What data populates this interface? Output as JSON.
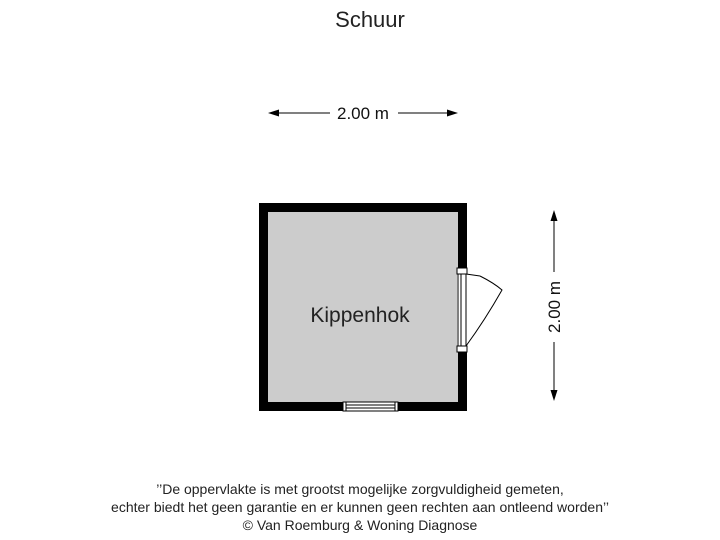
{
  "floor_title": "Schuur",
  "dimensions": {
    "width_label": "2.00 m",
    "height_label": "2.00 m"
  },
  "room": {
    "name": "Kippenhok",
    "fill_color": "#cccccc",
    "wall_color": "#000000"
  },
  "disclaimer": {
    "line1": "’’De oppervlakte is met grootst mogelijke zorgvuldigheid gemeten,",
    "line2": "echter biedt het geen garantie en er kunnen geen rechten aan ontleend worden’’",
    "line3": "© Van Roemburg & Woning Diagnose"
  }
}
